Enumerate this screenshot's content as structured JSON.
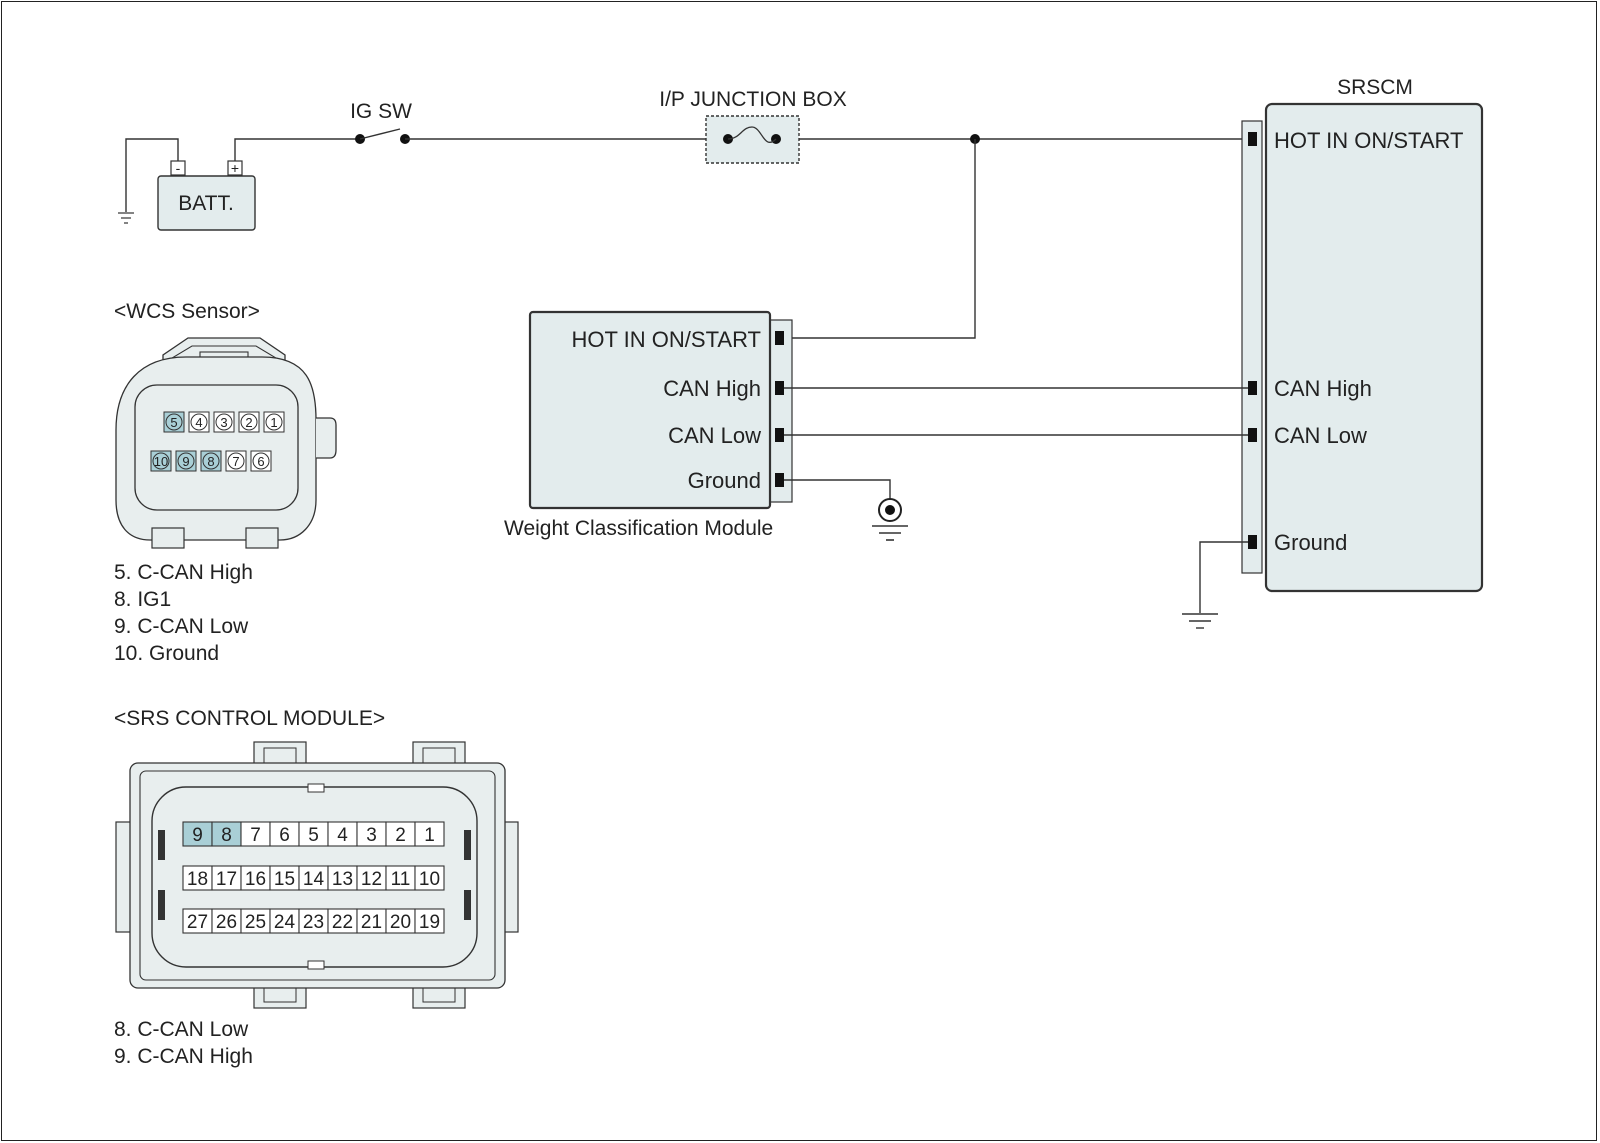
{
  "battery": {
    "label": "BATT.",
    "minus": "-",
    "plus": "+"
  },
  "ig_switch": {
    "label": "IG SW"
  },
  "junction_box": {
    "label": "I/P JUNCTION BOX"
  },
  "srscm": {
    "title": "SRSCM",
    "pins": [
      "HOT IN ON/START",
      "CAN High",
      "CAN Low",
      "Ground"
    ]
  },
  "wcm": {
    "caption": "Weight Classification Module",
    "pins": [
      "HOT IN ON/START",
      "CAN High",
      "CAN Low",
      "Ground"
    ]
  },
  "wcs_sensor": {
    "title": "<WCS Sensor>",
    "top_row": [
      "5",
      "4",
      "3",
      "2",
      "1"
    ],
    "bottom_row": [
      "10",
      "9",
      "8",
      "7",
      "6"
    ],
    "highlighted": [
      "5",
      "10",
      "9",
      "8"
    ],
    "highlight_color": "#a9cfd6",
    "legend": [
      "5. C-CAN High",
      "8. IG1",
      "9. C-CAN Low",
      "10. Ground"
    ]
  },
  "srs_module": {
    "title": "<SRS CONTROL MODULE>",
    "rows": [
      [
        "9",
        "8",
        "7",
        "6",
        "5",
        "4",
        "3",
        "2",
        "1"
      ],
      [
        "18",
        "17",
        "16",
        "15",
        "14",
        "13",
        "12",
        "11",
        "10"
      ],
      [
        "27",
        "26",
        "25",
        "24",
        "23",
        "22",
        "21",
        "20",
        "19"
      ]
    ],
    "highlighted": [
      "9",
      "8"
    ],
    "highlight_color": "#a9cfd6",
    "legend": [
      "8. C-CAN Low",
      "9. C-CAN High"
    ]
  }
}
